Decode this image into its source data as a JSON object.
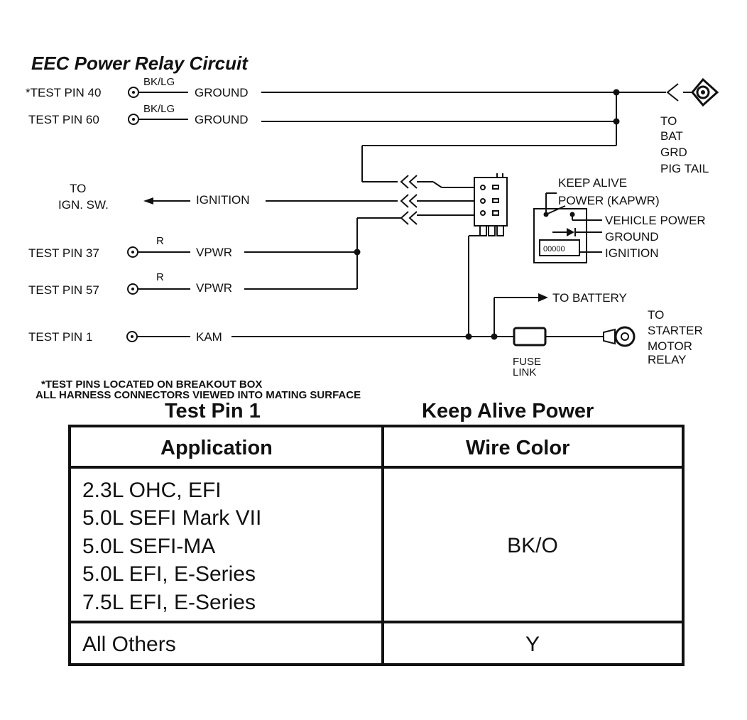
{
  "title": "EEC Power Relay Circuit",
  "left_labels": [
    {
      "id": "pin40",
      "pin": "*TEST PIN 40",
      "color": "BK/LG",
      "signal": "GROUND"
    },
    {
      "id": "pin60",
      "pin": "TEST PIN 60",
      "color": "BK/LG",
      "signal": "GROUND"
    },
    {
      "id": "ign",
      "pin": "TO IGN. SW.",
      "signal": "IGNITION"
    },
    {
      "id": "pin37",
      "pin": "TEST PIN 37",
      "color": "R",
      "signal": "VPWR"
    },
    {
      "id": "pin57",
      "pin": "TEST PIN 57",
      "color": "R",
      "signal": "VPWR"
    },
    {
      "id": "pin1",
      "pin": "TEST PIN 1",
      "signal": "KAM"
    }
  ],
  "to_ign_sw": [
    "TO",
    "IGN. SW."
  ],
  "bat_grd": [
    "TO",
    "BAT",
    "GRD",
    "PIG TAIL"
  ],
  "relay_legend": {
    "keep_alive": [
      "KEEP ALIVE",
      "POWER (KAPWR)"
    ],
    "vehicle_power": "VEHICLE POWER",
    "ground": "GROUND",
    "ignition": "IGNITION"
  },
  "to_battery": "TO BATTERY",
  "fuse_link": [
    "FUSE",
    "LINK"
  ],
  "starter": [
    "TO",
    "STARTER",
    "MOTOR",
    "RELAY"
  ],
  "notes": [
    "*TEST PINS LOCATED ON BREAKOUT BOX",
    "ALL HARNESS CONNECTORS VIEWED INTO MATING SURFACE"
  ],
  "table": {
    "caption_left": "Test Pin 1",
    "caption_right": "Keep Alive Power",
    "headers": [
      "Application",
      "Wire Color"
    ],
    "rows": [
      {
        "applications": [
          "2.3L OHC, EFI",
          "5.0L SEFI Mark VII",
          "5.0L SEFI-MA",
          "5.0L EFI, E-Series",
          "7.5L EFI, E-Series"
        ],
        "wire_color": "BK/O"
      },
      {
        "applications": [
          "All Others"
        ],
        "wire_color": "Y"
      }
    ]
  }
}
